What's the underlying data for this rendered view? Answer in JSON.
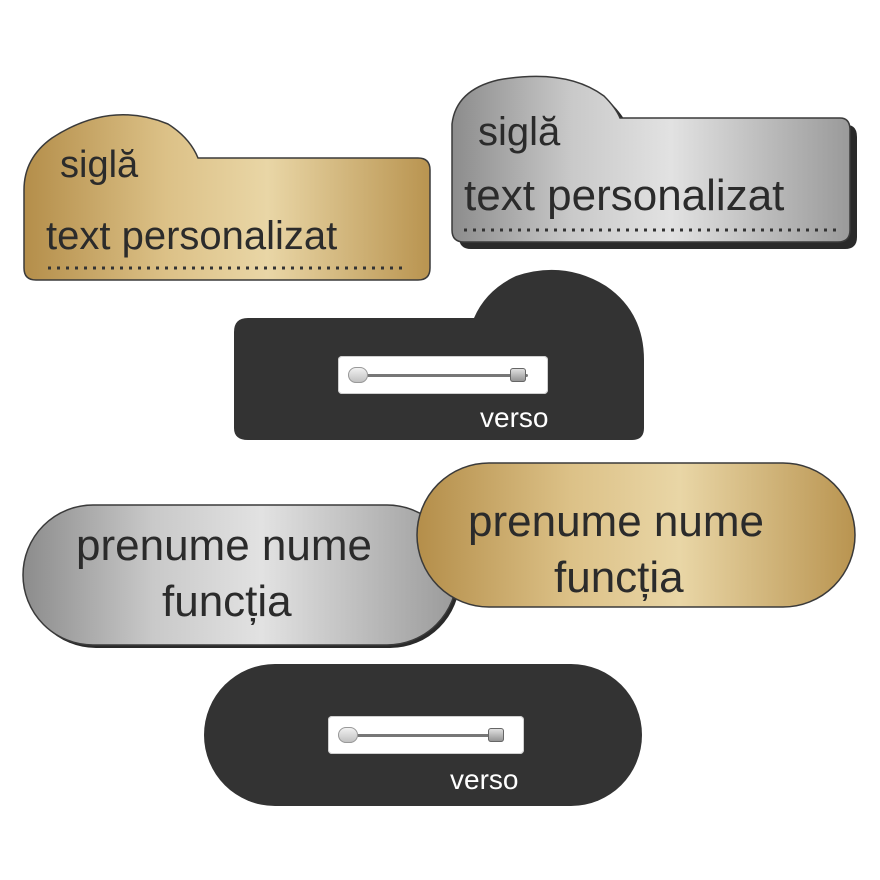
{
  "colors": {
    "gold_light": "#e6cf9a",
    "gold_dark": "#b58f4c",
    "silver_light": "#dcdcdc",
    "silver_dark": "#8f8f8f",
    "back_dark": "#333333",
    "text_dark": "#2b2b2b",
    "verso_text": "#ffffff"
  },
  "top_badges": {
    "gold": {
      "line1": "siglă",
      "line2": "text personalizat"
    },
    "silver": {
      "line1": "siglă",
      "line2": "text personalizat"
    },
    "back": {
      "label": "verso"
    }
  },
  "bottom_badges": {
    "silver": {
      "line1": "prenume nume",
      "line2": "funcția"
    },
    "gold": {
      "line1": "prenume nume",
      "line2": "funcția"
    },
    "back": {
      "label": "verso"
    }
  }
}
